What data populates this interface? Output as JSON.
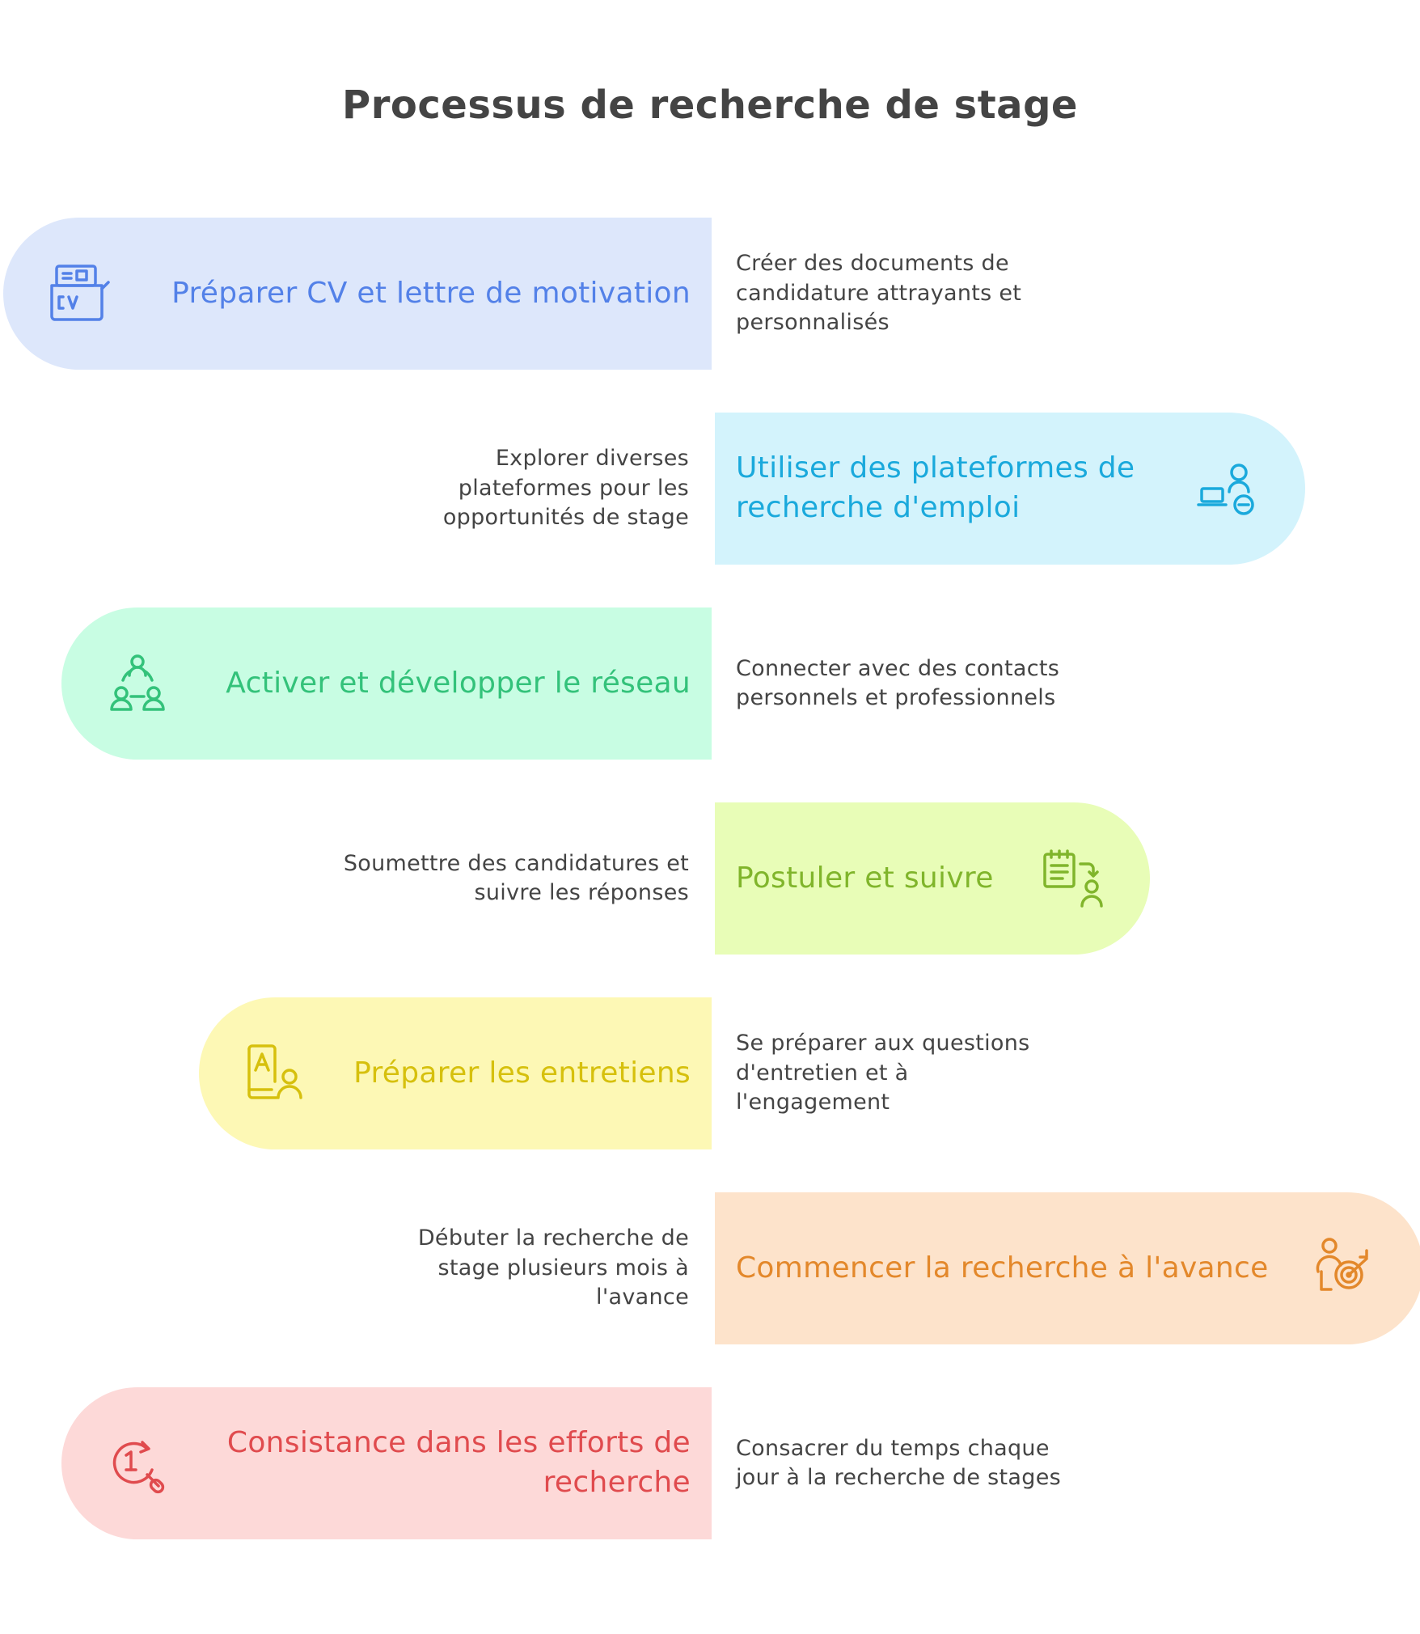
{
  "title": "Processus de recherche de stage",
  "steps": [
    {
      "label": "Préparer CV et lettre de motivation",
      "description": "Créer des documents de candidature attrayants et personnalisés",
      "icon": "cv-document-icon",
      "fill": "#dde7fb",
      "color": "#5381e8"
    },
    {
      "label": "Utiliser des plateformes de recherche d'emploi",
      "description": "Explorer diverses plateformes pour les opportunités de stage",
      "icon": "job-search-platform-icon",
      "fill": "#d3f3fc",
      "color": "#1aa9dc"
    },
    {
      "label": "Activer et développer le réseau",
      "description": "Connecter avec des contacts personnels et professionnels",
      "icon": "network-people-icon",
      "fill": "#c8fde3",
      "color": "#33c27a"
    },
    {
      "label": "Postuler et suivre",
      "description": "Soumettre des candidatures et suivre les réponses",
      "icon": "apply-track-icon",
      "fill": "#e8fdb7",
      "color": "#80b52b"
    },
    {
      "label": "Préparer les entretiens",
      "description": "Se préparer aux questions d'entretien et à l'engagement",
      "icon": "interview-prep-icon",
      "fill": "#fdf8b5",
      "color": "#d6c00d"
    },
    {
      "label": "Commencer la recherche à l'avance",
      "description": "Débuter la recherche de stage plusieurs mois à l'avance",
      "icon": "person-target-icon",
      "fill": "#fde3cb",
      "color": "#e3882b"
    },
    {
      "label": "Consistance dans les efforts de recherche",
      "description": "Consacrer du temps chaque jour à la recherche de stages",
      "icon": "daily-search-icon",
      "fill": "#fdd9d8",
      "color": "#e04b4e"
    }
  ]
}
